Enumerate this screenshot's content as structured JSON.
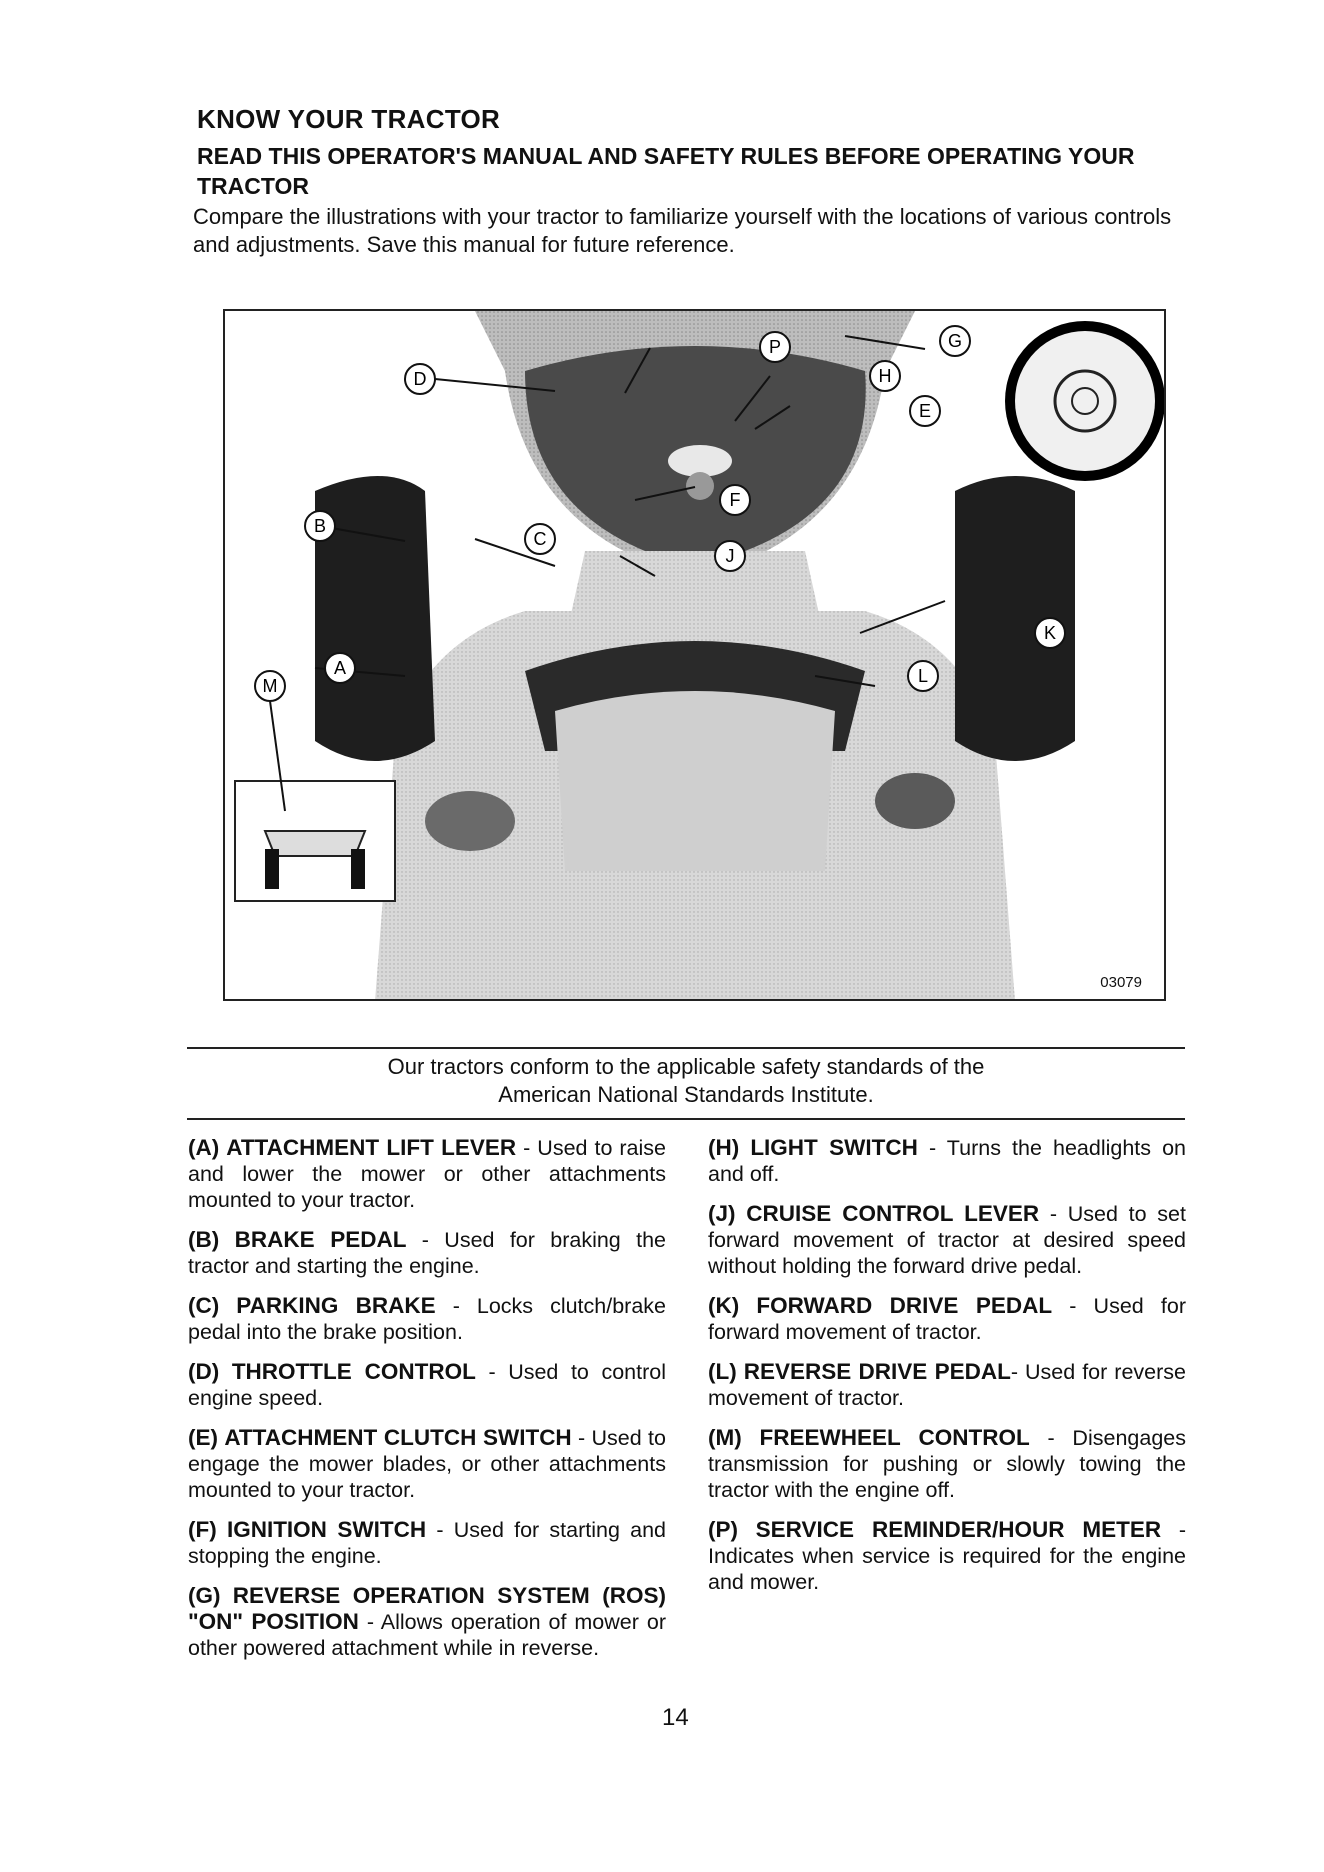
{
  "header": {
    "title": "KNOW YOUR TRACTOR",
    "subtitle": "READ THIS OPERATOR'S MANUAL AND SAFETY RULES BEFORE OPERATING YOUR TRACTOR",
    "intro": "Compare the illustrations with your tractor to familiarize yourself with the locations of various controls and adjustments. Save this manual for future reference."
  },
  "figure": {
    "id": "03079",
    "callouts": [
      "A",
      "B",
      "C",
      "D",
      "E",
      "F",
      "G",
      "H",
      "J",
      "K",
      "L",
      "M",
      "P"
    ]
  },
  "notice": {
    "line1": "Our tractors conform to the applicable safety standards of the",
    "line2": "American National Standards Institute."
  },
  "items_left": [
    {
      "code": "(A)",
      "term": "ATTACHMENT LIFT LEVER",
      "desc": " - Used to raise and lower the mower or other attachments mounted to your tractor."
    },
    {
      "code": "(B)",
      "term": "BRAKE PEDAL",
      "desc": " - Used for braking the tractor and starting the engine."
    },
    {
      "code": "(C)",
      "term": "PARKING BRAKE",
      "desc": " - Locks clutch/brake pedal into the brake position."
    },
    {
      "code": "(D)",
      "term": "THROTTLE CONTROL",
      "desc": " - Used to control engine speed."
    },
    {
      "code": "(E)",
      "term": "ATTACHMENT CLUTCH SWITCH",
      "desc": " - Used to engage the mower blades, or other attachments mounted to your tractor."
    },
    {
      "code": "(F)",
      "term": "IGNITION SWITCH",
      "desc": " - Used for starting and stopping the engine."
    },
    {
      "code": "(G)",
      "term": "REVERSE OPERATION SYSTEM (ROS) \"ON\" POSITION",
      "desc": " - Allows operation of mower or other powered attachment while in reverse."
    }
  ],
  "items_right": [
    {
      "code": "(H)",
      "term": "LIGHT SWITCH",
      "desc": " - Turns the headlights on and off."
    },
    {
      "code": "(J)",
      "term": "CRUISE CONTROL LEVER",
      "desc": " - Used to set forward movement of tractor at desired speed without holding the forward drive pedal."
    },
    {
      "code": "(K)",
      "term": "FORWARD DRIVE PEDAL",
      "desc": " - Used for forward movement of tractor."
    },
    {
      "code": "(L)",
      "term": "REVERSE DRIVE PEDAL",
      "desc": "- Used for reverse movement of tractor."
    },
    {
      "code": "(M)",
      "term": "FREEWHEEL CONTROL",
      "desc": " - Disengages transmission for pushing or slowly towing the tractor with the engine off."
    },
    {
      "code": "(P)",
      "term": "SERVICE REMINDER/HOUR METER",
      "desc": " - Indicates when service is required for the engine and mower."
    }
  ],
  "footer": {
    "page_number": "14"
  }
}
